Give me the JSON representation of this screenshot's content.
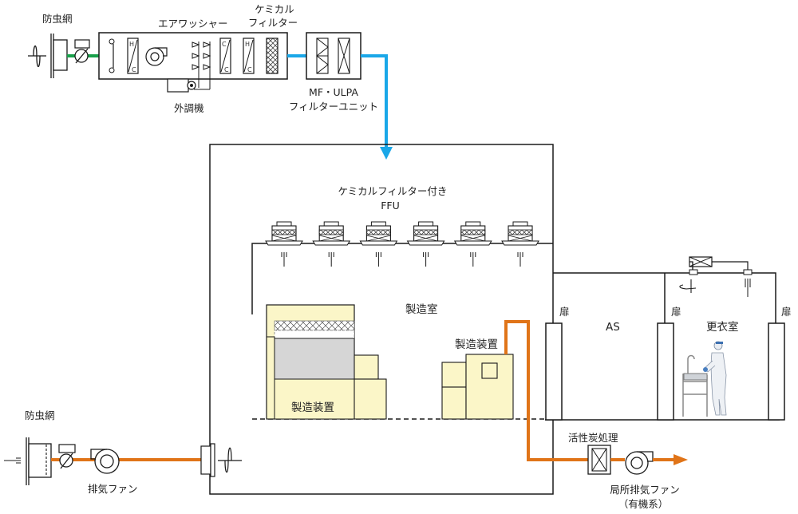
{
  "diagram": {
    "title": "Cleanroom air handling and exhaust system",
    "colors": {
      "supply_outdoor": "#18a04a",
      "supply_filtered": "#1aa7e8",
      "exhaust": "#e07418",
      "equipment_fill": "#fbf6c8",
      "equipment_gray": "#d6d6d6",
      "line": "#1a1a1a"
    },
    "supply_system": {
      "insect_screen": "防虫網",
      "air_washer": "エアワッシャー",
      "chemical_filter": [
        "ケミカル",
        "フィルター"
      ],
      "outdoor_unit": "外調機",
      "mf_ulpa_unit": [
        "MF・ULPA",
        "フィルターユニット"
      ],
      "coil_labels": {
        "hot": "H",
        "cold": "C"
      }
    },
    "cleanroom": {
      "ffu_label": [
        "ケミカルフィルター付き",
        "FFU"
      ],
      "ffu_count": 6,
      "room_name": "製造室",
      "equipment_left": "製造装置",
      "equipment_right": "製造装置"
    },
    "side_rooms": {
      "door_label": "扉",
      "air_shower": "AS",
      "changing_room": "更衣室"
    },
    "exhaust_system": {
      "insect_screen": "防虫網",
      "exhaust_fan": "排気ファン",
      "activated_carbon": "活性炭処理",
      "local_exhaust_fan": [
        "局所排気ファン",
        "（有機系）"
      ]
    }
  }
}
